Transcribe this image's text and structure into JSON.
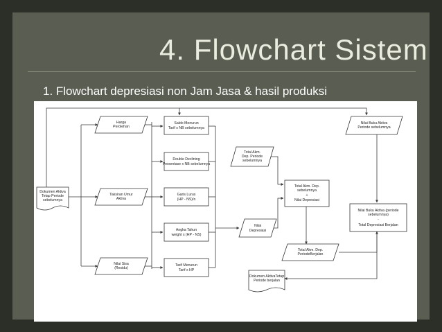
{
  "slide": {
    "title": "4. Flowchart Sistem",
    "subtitle": "1. Flowchart depresiasi non Jam Jasa & hasil produksi"
  },
  "nodes": {
    "dokumen_aktiva": [
      "Dokumen Aktiva",
      "Tetap Periode",
      "sebelumnya"
    ],
    "harga_perolehan": [
      "Harga",
      "Perolehan"
    ],
    "taksiran_umur": [
      "Taksiran Umur",
      "Aktiva"
    ],
    "nilai_sisa": [
      "Nilai Sisa",
      "(Residu)"
    ],
    "saldo_menurun": [
      "Saldo Menurun",
      "Tarif x NB sebelumnya"
    ],
    "double_declining": [
      "Double Declining",
      "Persentase x NB sebelumnya"
    ],
    "garis_lurus": [
      "Garis Lurus",
      "(HP - NS)/n"
    ],
    "angka_tahun": [
      "Angka Tahun",
      "weight x (HP - NS)"
    ],
    "tarif_menurun": [
      "Tarif Menurun",
      "Tarif x HP"
    ],
    "total_akm_dep_sebelumnya": [
      "Total Akm.",
      "Dep. Periode",
      "sebelumnya"
    ],
    "nilai_depresiasi": [
      "Nilai",
      "Depresiasi"
    ],
    "total_akm_sum": [
      "Total Akm. Dep.",
      "sebelumnya",
      "+",
      "Nilai Depresiasi"
    ],
    "total_akm_berjalan": [
      "Total Akm. Dep.",
      "PeriodeBerjalan"
    ],
    "nilai_buku_sebelumnya": [
      "Nilai Buku Aktiva",
      "Periode sebelumnya"
    ],
    "nilai_buku_result": [
      "Nilai Buku Aktiva (periode",
      "sebelumnya)",
      "-",
      "Total Depresiasi Berjalan"
    ],
    "dokumen_aktiva_tetap": [
      "Dokumen AktivaTetap",
      "Periode berjalan"
    ]
  }
}
